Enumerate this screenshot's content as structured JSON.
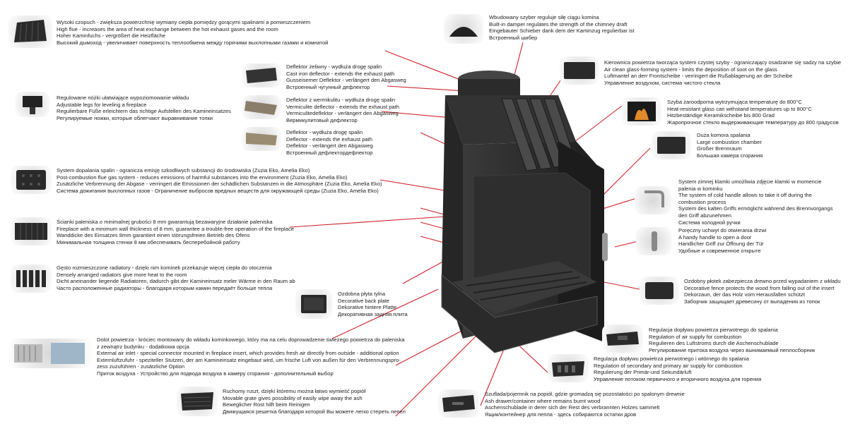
{
  "colors": {
    "leader": "#d0202a",
    "metal": "#2a2a2a"
  },
  "features": [
    {
      "id": "high-flue",
      "icon": "flue-icon",
      "lines": [
        "Wysoki czopuch - zwiększa powierzchnię wymiany ciepła pomiędzy gorącymi spalinami a pomieszczeniem",
        "High flue - increases the area of heat exchange between the hot exhaust gases and the room",
        "Hoher Kaminfuchs - vergrößert die Heizfläche",
        "Высокий дымоход - увеличивает поверхность теплообмена между горячими выхлопными газами и комнатой"
      ]
    },
    {
      "id": "adjustable-legs",
      "icon": "leg-icon",
      "lines": [
        "Regulowane nóżki ułatwiające wypoziomowanie wkładu",
        "Adjustable legs for leveling a fireplace",
        "Regulierbare Füße erleichtern das richtige Aufstellen des Kamineinsatzes",
        "Регулируемые ножки, которые облегчают  выравнивание топки"
      ]
    },
    {
      "id": "cast-iron-deflector",
      "icon": "deflector-icon",
      "lines": [
        "Deflektor żeliwny - wydłuża drogę spalin",
        "Cast iron deflector - extends the exhaust path",
        "Gusseisemer Deflektor - verlängert den Abgasweg",
        "Встроенный чугунный дефлектор"
      ]
    },
    {
      "id": "vermiculite-deflector",
      "icon": "vermiculite-icon",
      "lines": [
        "Deflektor z wermikulitu - wydłuża drogę spalin",
        "Vermiculite deflector - extends the exhaust path",
        "Vermiculitedeflektor - verlängert den Abgasweg",
        "Вермикулитовый дефлектор"
      ]
    },
    {
      "id": "deflector",
      "icon": "deflector-plate-icon",
      "lines": [
        "Deflektor - wydłuża drogę spalin",
        "Deflector - extends the exhaust path",
        "Deflektor - verlängert den Abgasweg",
        "Встроенный дефлектордефлектор"
      ]
    },
    {
      "id": "post-combustion",
      "icon": "post-combustion-icon",
      "lines": [
        "System dopalania spalin - ogranicza emisję szkodliwych substancji do środowiska (Zuzia Eko, Amelia Eko)",
        "Post-combustion flue gas system - reduces emissions of harmful substances into the environment (Zuzia Eko, Amelia Eko)",
        "Zusätzliche Verbrennung der Abgase - verringert die Emissionen der schädlichen Substanzen in die Atmosphäre (Zuzia Eko, Amelia Eko)",
        "Система дожигания выхлопных газов - Ограничение выбросов вредных веществ для окружающей среды (Zuzia Eko, Amelia Eko)"
      ]
    },
    {
      "id": "walls",
      "icon": "wall-icon",
      "lines": [
        "Ścianki paleniska o minimalnej grubości 8 mm gwarantują bezawaryjne działanie paleniska",
        "Fireplace with a minimum wall thickness of 8 mm, guarantee a trouble-free operation of the fireplace",
        "Wanddicke des Einsatzes 8mm garantiert einen störungsfreien Betrieb des Ofens",
        "Минимальная толщина стенки 8 мм обеспечивать бесперебойной работу"
      ]
    },
    {
      "id": "radiators",
      "icon": "radiator-icon",
      "lines": [
        "Gęsto rozmieszczone radiatory - dzięki nim kominek przekazuje więcej ciepła do otoczenia",
        "Densely arranged radiators give more heat to the room",
        "Dicht aneinander liegende Radiatoren, dadurch gibt der Kamineinsatz meler Wärme in den Raum ab",
        "Часто расположенные радиаторы - благодаря которым камин передаёт больше тепла"
      ]
    },
    {
      "id": "back-plate",
      "icon": "back-plate-icon",
      "lines": [
        "Ozdobna płyta tylna",
        "Decorative back plate",
        "Dekorative hintere Platte",
        "Декоративная задняя плита"
      ]
    },
    {
      "id": "air-inlet",
      "icon": "air-inlet-icon",
      "lines": [
        "Dolot powietrza - króciec montowany do wkładu kominkowego, który ma na celu doprowadzenie świeżego powietrza do paleniska",
        "  z zewnątrz budynku - dodatkowa opcja",
        "External air inlet - special connector mounted in fireplace insert, which provides fresh air directly from outside - additional option",
        "Externluftzufuhr - speziteller Stutzen, der am Kamineinsatz eingebaut wird, um frische Luft von außen für den Verbrennungspro-",
        "  zess zuzuführen    - zusätzliche Option",
        "Приток воздуха - Устройство для подвода воздуха в камеру сгорания - дополнительный выбор"
      ]
    },
    {
      "id": "grate",
      "icon": "grate-icon",
      "lines": [
        "Ruchomy ruszt, dzięki któremu można łatwo wymieść popiół",
        "Movable grate gives possibility of easily wipe away the ash",
        "Beweglicher Rost hilft beim Reinigen",
        "Движущаяся решетка благодаря которой Вы можете легко стереть пепел"
      ]
    },
    {
      "id": "damper",
      "icon": "damper-icon",
      "lines": [
        "Wbudowany szyber reguluje siłę ciągu komina",
        "Built-in damper regulates the strength of the chimney draft",
        "Eingebauter Schieber dank dem der Kaminzug regulierbar ist",
        "Встроенный шибер"
      ]
    },
    {
      "id": "air-curtain",
      "icon": "air-curtain-icon",
      "lines": [
        "Kierownica powietrza tworząca system czystej szyby - ograniczający osadzanie się sadzy na szybie",
        "Air clean glass-forming system - limits the deposition of soot on the glass",
        "Luftmantel an derr Frontscheibe - verringert die Rußablagerung an der Scheibe",
        "Управление воздухом, система чистого стекла"
      ]
    },
    {
      "id": "glass",
      "icon": "glass-icon",
      "lines": [
        "Szyba żaroodporna wytrzymująca temperaturę do 800°C",
        "Heat-resistant glass can withstand temperatures up to 800°C",
        "Hitzbeständige Keramikscheibe bis 800 Grad",
        "Жаропрочное стекло выдерживающие температуру до 800 градусов"
      ]
    },
    {
      "id": "chamber",
      "icon": "chamber-icon",
      "lines": [
        "Duża komora spalania",
        "Large combustion chamber",
        "Großer Brennraum",
        "Большая камера сгорания"
      ]
    },
    {
      "id": "cold-handle",
      "icon": "cold-handle-icon",
      "lines": [
        "System zimnej klamki umożliwia zdjęcie klamki w momencie",
        "  palenia w kominku",
        "The system of cold handle allows to take it off during the",
        "  combustion process",
        "System des kalten Griffs ermöglicht während des Brennvorgangs",
        "  den Griff abzunehmen",
        "Система холодной ручки"
      ]
    },
    {
      "id": "handle",
      "icon": "handle-icon",
      "lines": [
        "Poręczny uchwyt do otwierania drzwi",
        "A handy handle to open a door",
        "Handlicher Griff zur Öffnung der Tür",
        "Удобные и современное открыте"
      ]
    },
    {
      "id": "fence",
      "icon": "fence-icon",
      "lines": [
        "Ozdobny płotek zabezpiecza drewno przed wypadaniem z wkładu",
        "Decorative fence protects the wood from falling out of the insert",
        "Dekorzaun, der das Holz vom Herausfallen schützt",
        "Заборчик защищает древесину от выпадения из топок"
      ]
    },
    {
      "id": "primary-air",
      "icon": "primary-air-icon",
      "lines": [
        "Regulacja dopływu powietrza pierwotnego do spalania",
        "Regulation of air supply for combustion",
        "Regulieren des Luftstroms durch die Aschenschublade",
        "Регулирование притока воздуха через вынимаемый пеплосборник"
      ]
    },
    {
      "id": "secondary-air",
      "icon": "secondary-air-icon",
      "lines": [
        "Regulacja dopływu powietrza pierwotnego i wtórnego do spalania",
        "Regulation of secondary and primary air supply for combustion",
        "Regulierung der Primär-und Sekundärluft",
        "Управление потоком первичного и вторичного воздуха для горения"
      ]
    },
    {
      "id": "ash-drawer",
      "icon": "ash-drawer-icon",
      "lines": [
        "Szuflada/pojemnik na popiół, gdzie gromadzą się pozostałości po spalonym drewnie",
        "Ash drawer/container where remains burnt wood",
        "Aschenschublade in derer sich der Rest des verbrannten Holzes sammelt",
        "Ящик/контейнер для пепла - здесь собираются остатки дров"
      ]
    }
  ]
}
